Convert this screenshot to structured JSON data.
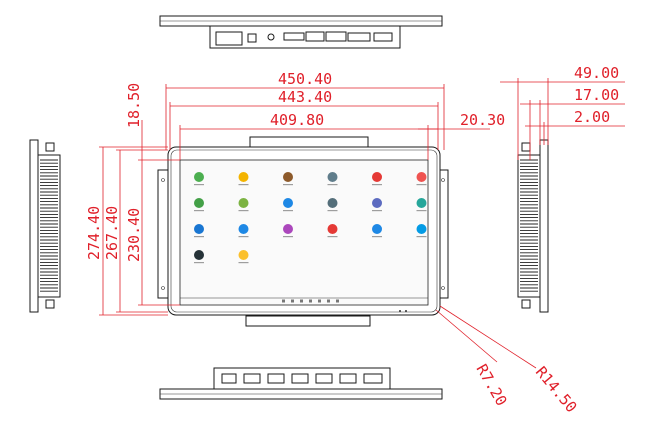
{
  "dimensions": {
    "overall_width": "450.40",
    "bezel_width": "443.40",
    "screen_width": "409.80",
    "overall_height": "274.40",
    "bezel_height": "267.40",
    "screen_height": "230.40",
    "top_offset": "18.50",
    "right_offset": "20.30",
    "depth_total": "49.00",
    "depth_body": "17.00",
    "front_thickness": "2.00",
    "radius_inner": "R7.20",
    "radius_outer": "R14.50"
  },
  "colors": {
    "dimension": "#e0202a",
    "outline": "#1a1a1a"
  },
  "apps": [
    {
      "color": "#4caf50"
    },
    {
      "color": "#f4b400"
    },
    {
      "color": "#8d5a2b"
    },
    {
      "color": "#607d8b"
    },
    {
      "color": "#e53935"
    },
    {
      "color": "#ef5350"
    },
    {
      "color": "#43a047"
    },
    {
      "color": "#7cb342"
    },
    {
      "color": "#1e88e5"
    },
    {
      "color": "#546e7a"
    },
    {
      "color": "#5c6bc0"
    },
    {
      "color": "#26a69a"
    },
    {
      "color": "#1976d2"
    },
    {
      "color": "#1e88e5"
    },
    {
      "color": "#ab47bc"
    },
    {
      "color": "#e53935"
    },
    {
      "color": "#1e88e5"
    },
    {
      "color": "#039be5"
    },
    {
      "color": "#263238"
    },
    {
      "color": "#fbc02d"
    }
  ]
}
